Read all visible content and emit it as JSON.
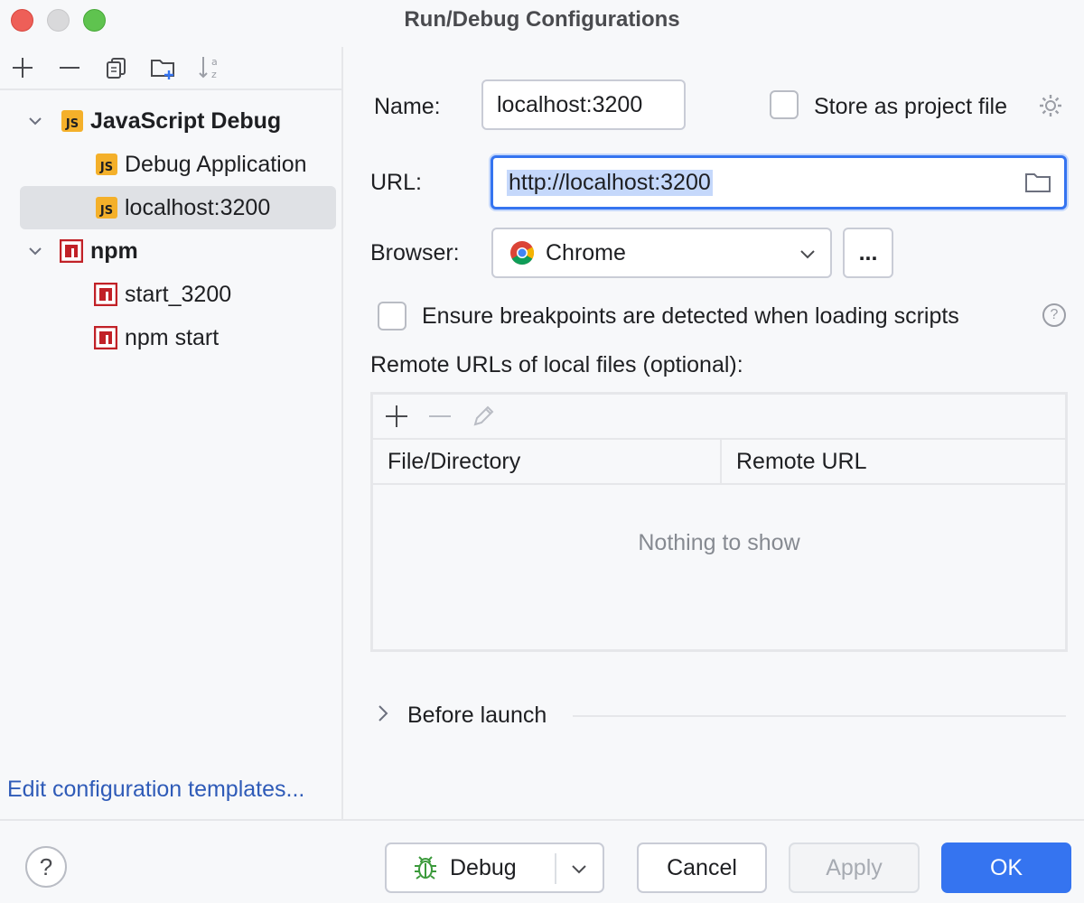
{
  "window": {
    "title": "Run/Debug Configurations"
  },
  "left_toolbar": {
    "icons": [
      "add-icon",
      "remove-icon",
      "copy-icon",
      "new-folder-icon",
      "sort-icon"
    ]
  },
  "tree": {
    "groups": [
      {
        "label": "JavaScript Debug",
        "icon": "js-icon",
        "expanded": true,
        "items": [
          {
            "label": "Debug Application",
            "icon": "js-icon",
            "selected": false
          },
          {
            "label": "localhost:3200",
            "icon": "js-icon",
            "selected": true
          }
        ]
      },
      {
        "label": "npm",
        "icon": "npm-icon",
        "expanded": true,
        "items": [
          {
            "label": "start_3200",
            "icon": "npm-icon",
            "selected": false
          },
          {
            "label": "npm start",
            "icon": "npm-icon",
            "selected": false
          }
        ]
      }
    ],
    "edit_templates_link": "Edit configuration templates..."
  },
  "form": {
    "name_label": "Name:",
    "name_value": "localhost:3200",
    "store_label": "Store as project file",
    "url_label": "URL:",
    "url_value": "http://localhost:3200",
    "browser_label": "Browser:",
    "browser_value": "Chrome",
    "browser_more": "...",
    "ensure_label": "Ensure breakpoints are detected when loading scripts",
    "remote_label": "Remote URLs of local files (optional):",
    "table": {
      "columns": [
        "File/Directory",
        "Remote URL"
      ],
      "empty_text": "Nothing to show"
    },
    "before_launch": "Before launch"
  },
  "buttons": {
    "help": "?",
    "debug": "Debug",
    "cancel": "Cancel",
    "apply": "Apply",
    "ok": "OK"
  },
  "colors": {
    "accent": "#3574f0",
    "js_badge": "#f4b02a",
    "npm_red": "#c12127",
    "link": "#2f5bb8"
  }
}
